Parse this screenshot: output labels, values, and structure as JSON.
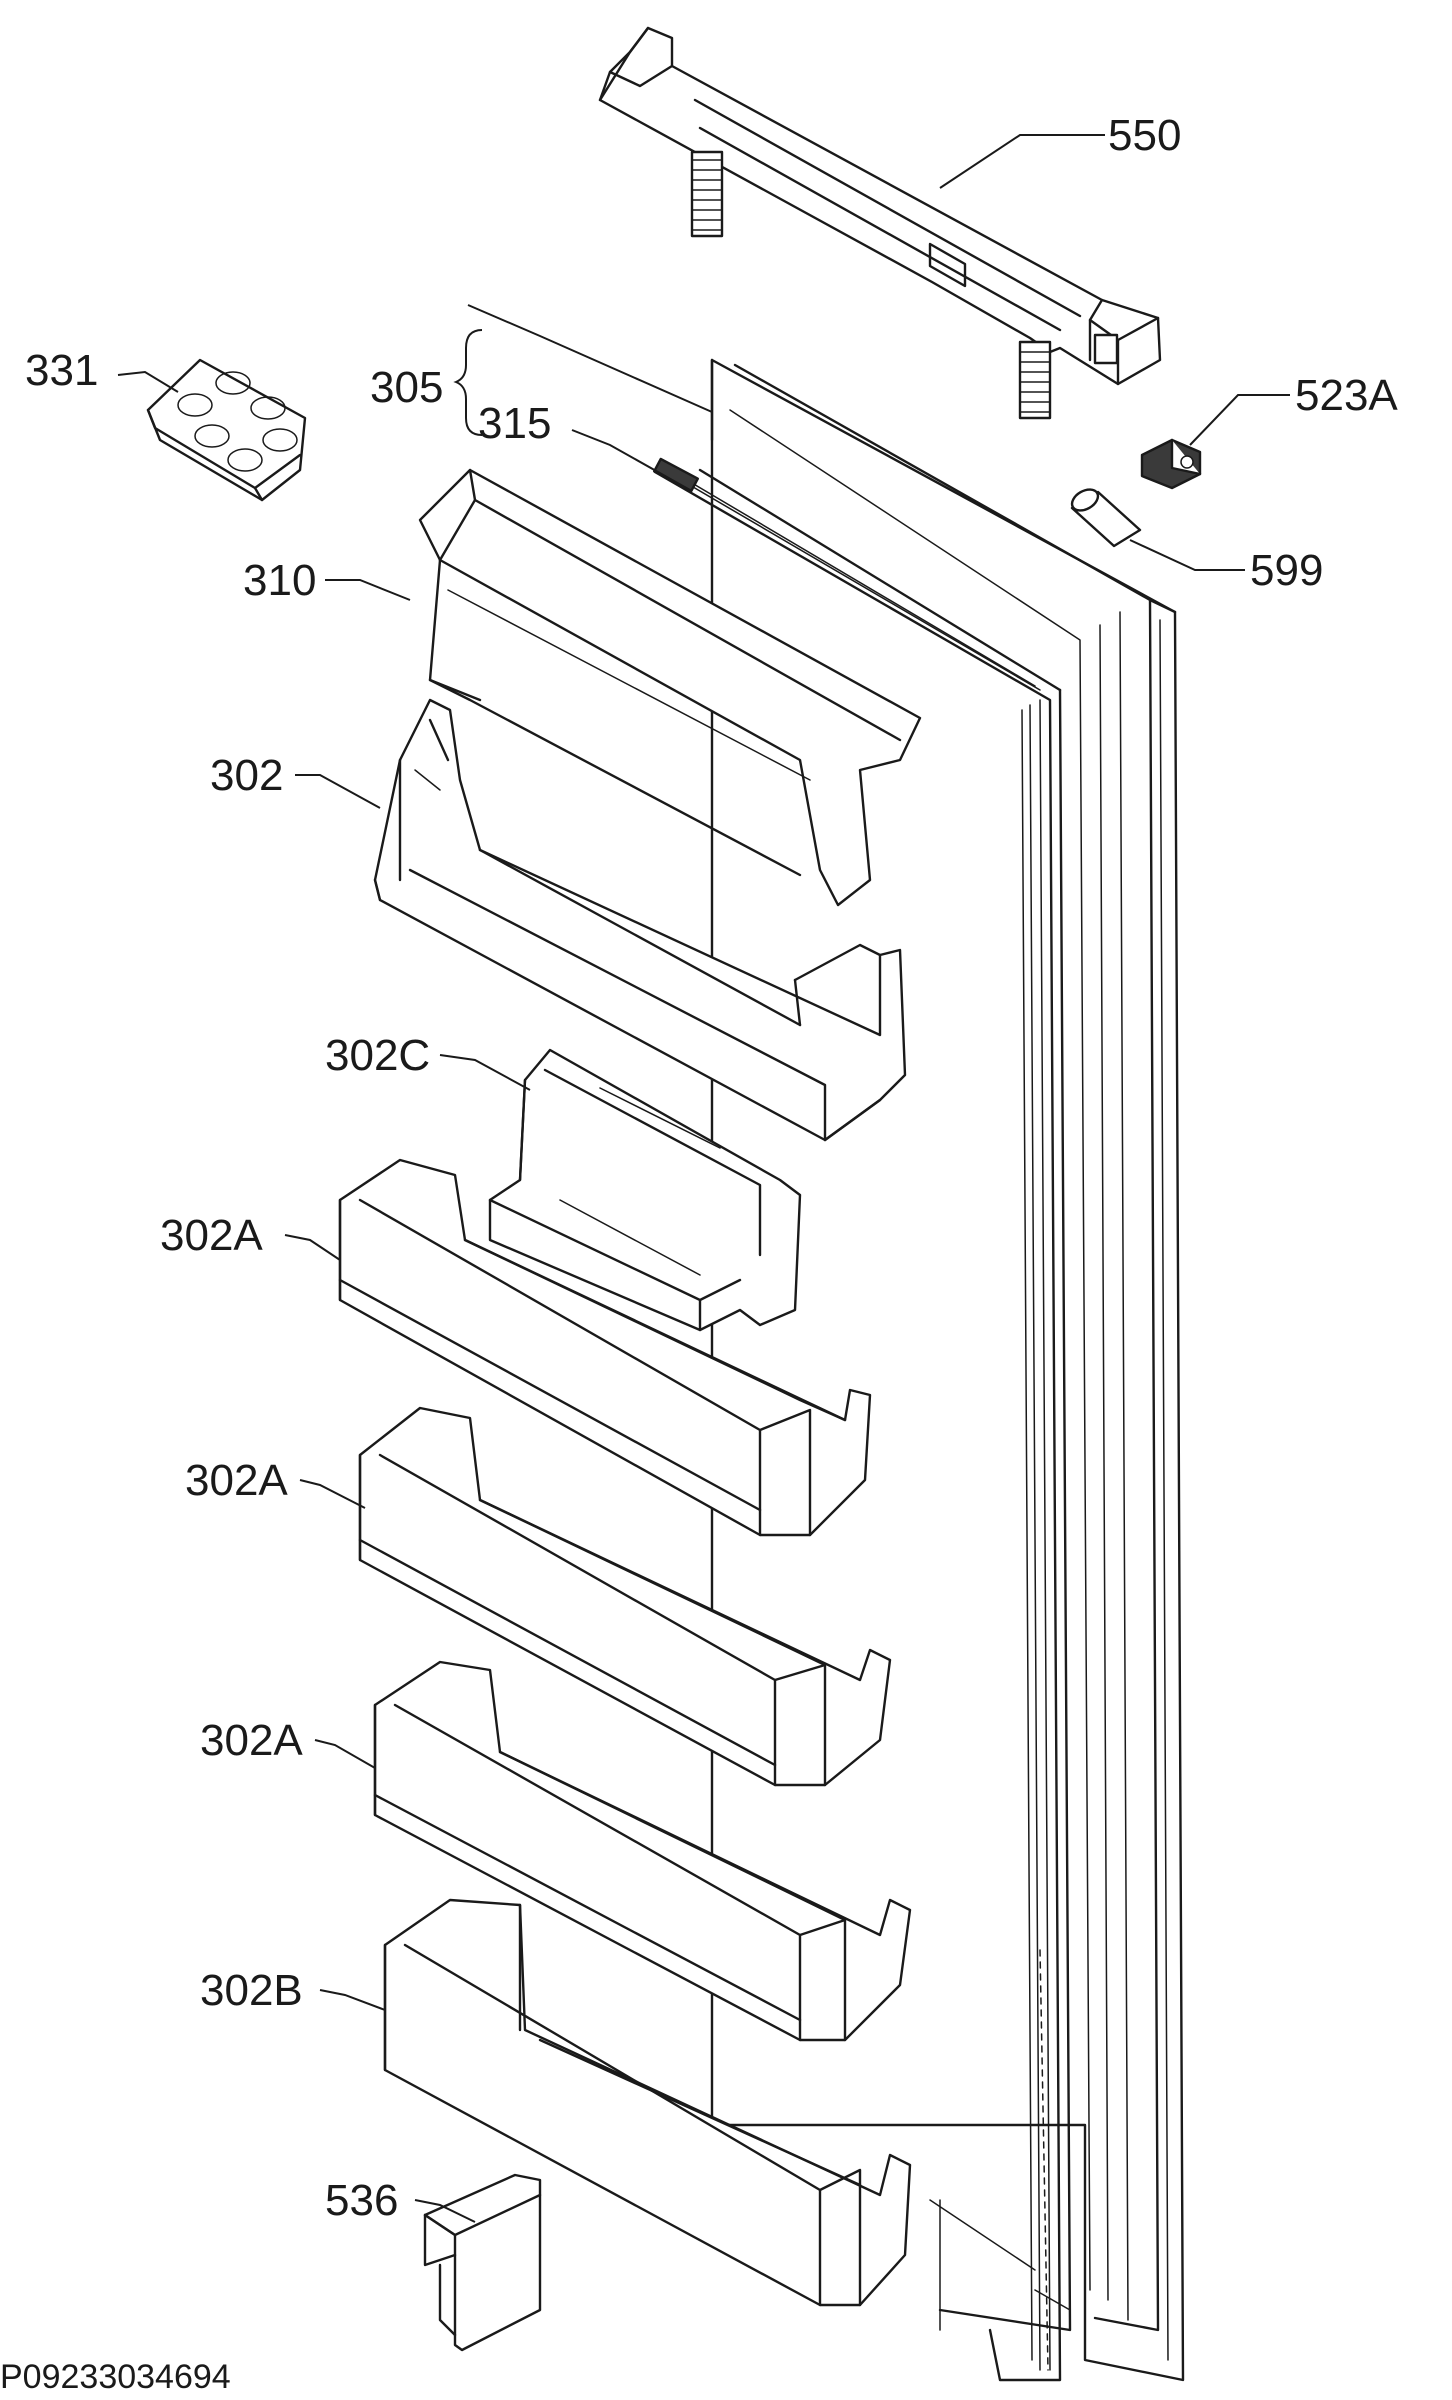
{
  "callouts": {
    "c550": "550",
    "c331": "331",
    "c305": "305",
    "c315": "315",
    "c523A": "523A",
    "c599": "599",
    "c310": "310",
    "c302": "302",
    "c302C": "302C",
    "c302A_1": "302A",
    "c302A_2": "302A",
    "c302A_3": "302A",
    "c302B": "302B",
    "c536": "536"
  },
  "document_id": "P09233034694"
}
